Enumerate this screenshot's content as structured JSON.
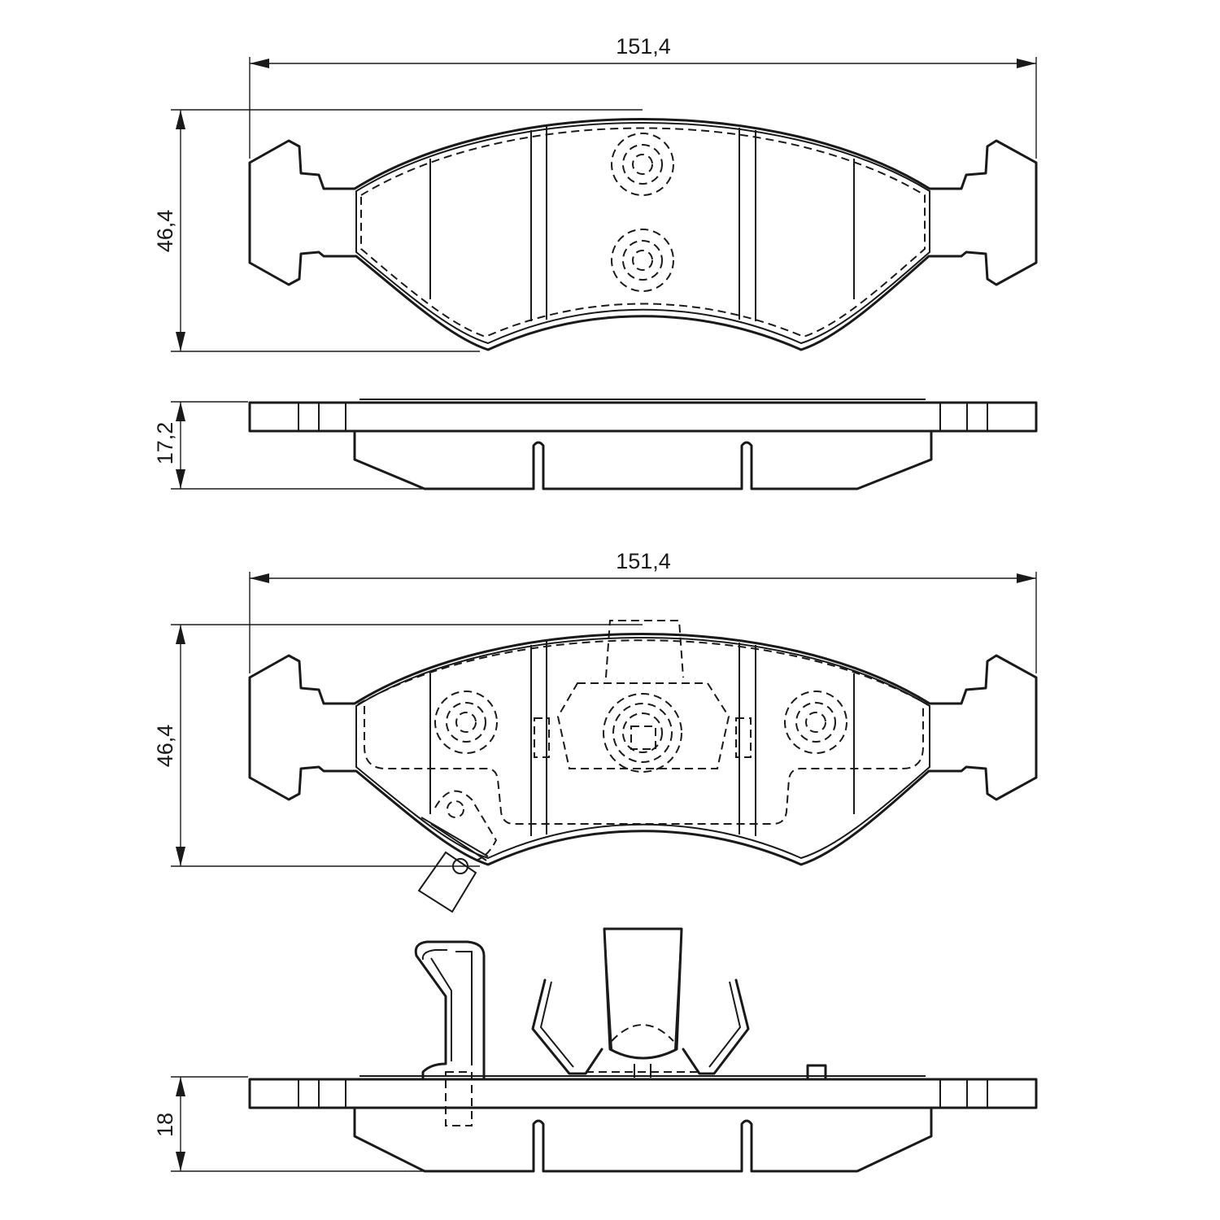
{
  "dimensions": {
    "top_pad_width": "151,4",
    "top_pad_height": "46,4",
    "top_pad_thickness": "17,2",
    "bottom_pad_width": "151,4",
    "bottom_pad_height": "46,4",
    "bottom_pad_thickness": "18"
  },
  "colors": {
    "line": "#1a1a1a",
    "background": "#ffffff"
  }
}
